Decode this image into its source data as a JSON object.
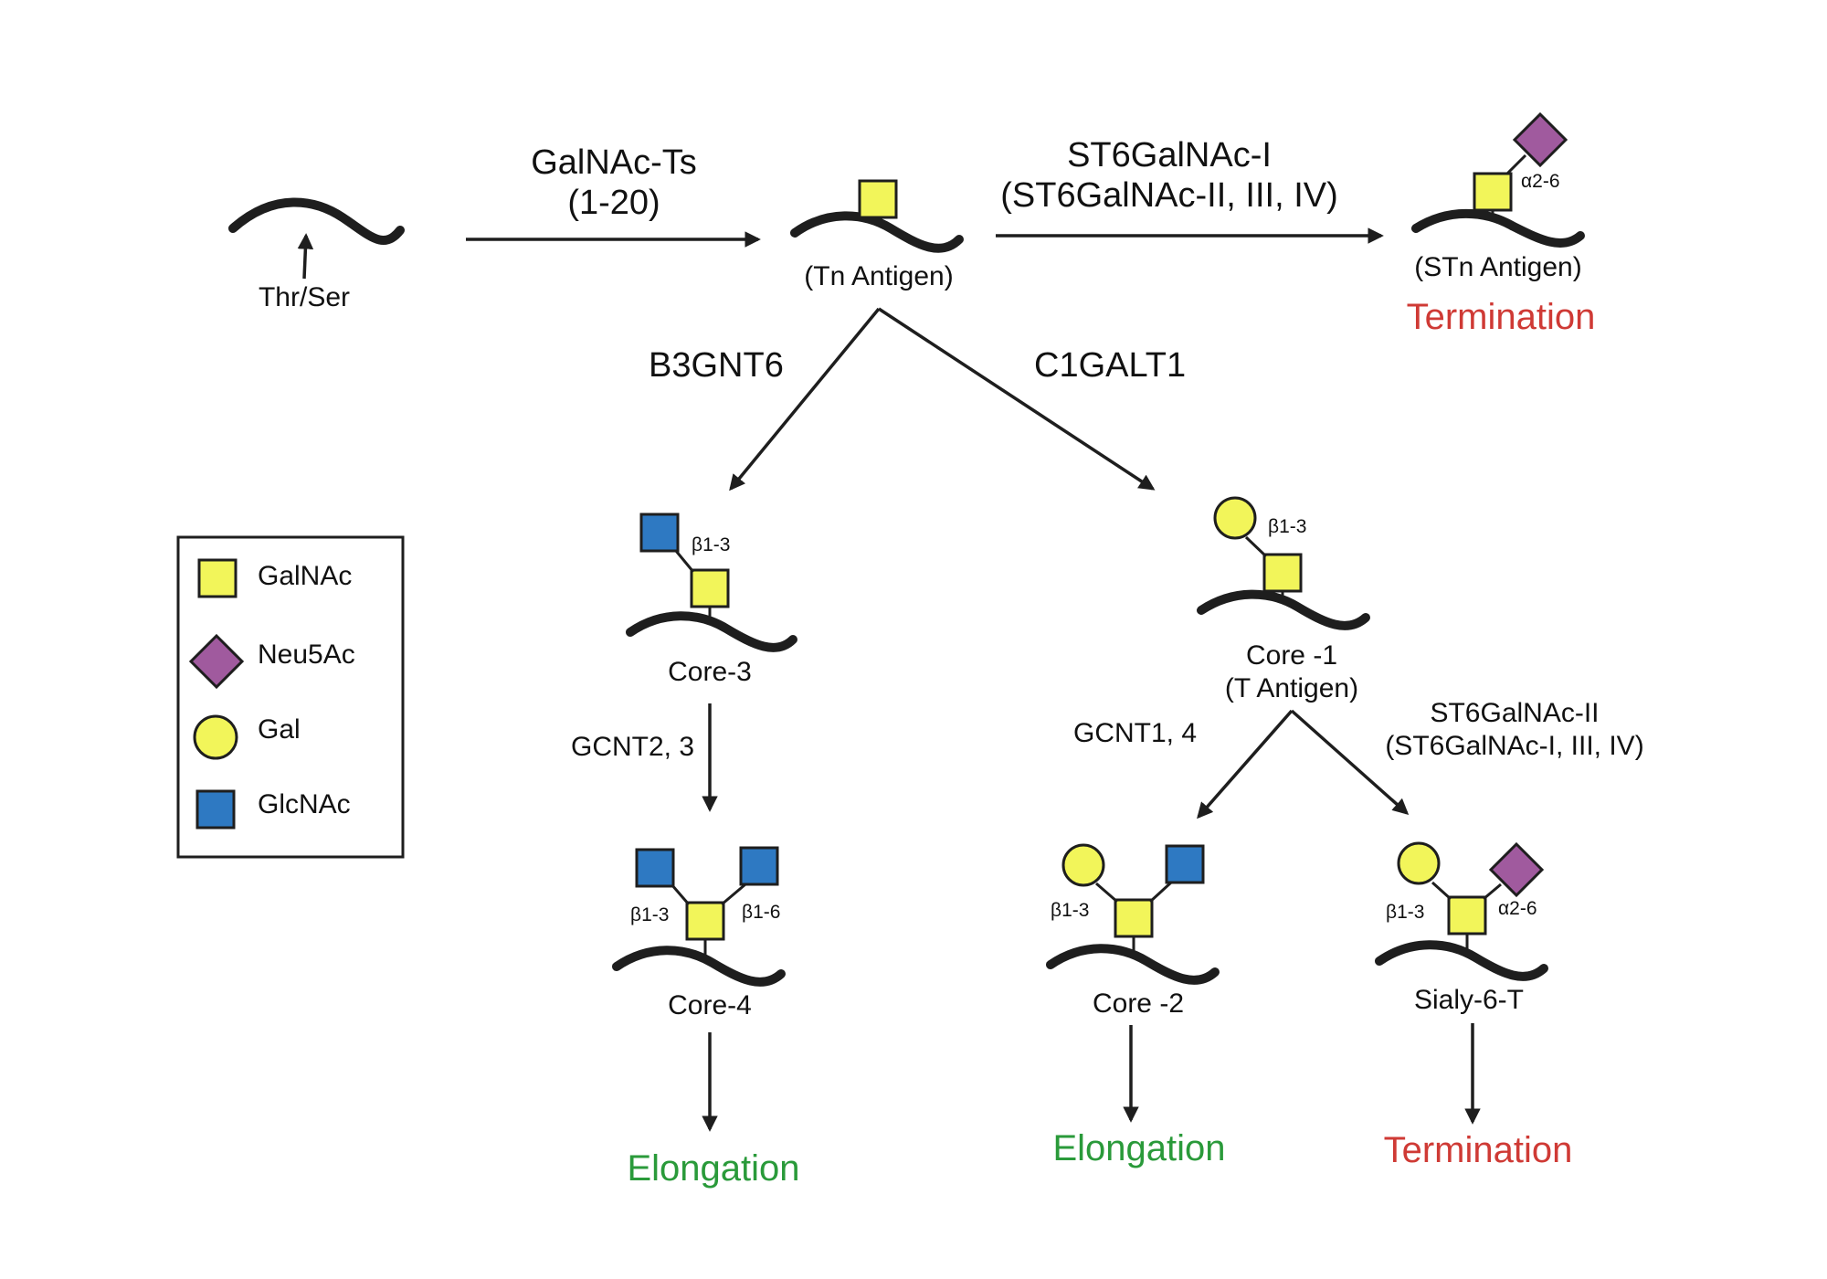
{
  "colors": {
    "galnac": "#f2f55a",
    "neu5ac": "#a05a9e",
    "gal": "#f2f55a",
    "glcnac": "#2e79c2",
    "termination": "#cf3a35",
    "elongation": "#2a9a3a"
  },
  "start": {
    "label": "Thr/Ser"
  },
  "step1": {
    "enzyme_line1": "GalNAc-Ts",
    "enzyme_line2": "(1-20)"
  },
  "tn": {
    "label": "(Tn Antigen)"
  },
  "step_stn": {
    "enzyme_line1": "ST6GalNAc-I",
    "enzyme_line2": "(ST6GalNAc-II, III, IV)"
  },
  "stn": {
    "label": "(STn Antigen)",
    "linkage": "α2-6",
    "outcome": "Termination"
  },
  "branch_left": {
    "enzyme": "B3GNT6"
  },
  "branch_right": {
    "enzyme": "C1GALT1"
  },
  "core3": {
    "label": "Core-3",
    "linkage": "β1-3"
  },
  "core1": {
    "label_line1": "Core -1",
    "label_line2": "(T Antigen)",
    "linkage": "β1-3"
  },
  "step_core4": {
    "enzyme": "GCNT2, 3"
  },
  "step_core2": {
    "enzyme": "GCNT1, 4"
  },
  "step_sialyl": {
    "enzyme_line1": "ST6GalNAc-II",
    "enzyme_line2": "(ST6GalNAc-I, III, IV)"
  },
  "core4": {
    "label": "Core-4",
    "linkage_left": "β1-3",
    "linkage_right": "β1-6",
    "outcome": "Elongation"
  },
  "core2": {
    "label": "Core -2",
    "linkage_left": "β1-3",
    "outcome": "Elongation"
  },
  "sialyl6t": {
    "label": "Sialy-6-T",
    "linkage_left": "β1-3",
    "linkage_right": "α2-6",
    "outcome": "Termination"
  },
  "legend": {
    "items": [
      {
        "name": "GalNAc",
        "icon": "galnac-square-icon"
      },
      {
        "name": "Neu5Ac",
        "icon": "neu5ac-diamond-icon"
      },
      {
        "name": "Gal",
        "icon": "gal-circle-icon"
      },
      {
        "name": "GlcNAc",
        "icon": "glcnac-square-icon"
      }
    ]
  }
}
